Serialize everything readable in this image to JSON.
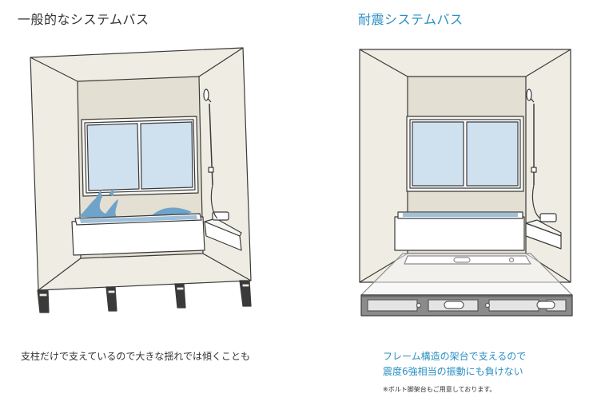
{
  "left": {
    "title": "一般的なシステムバス",
    "caption": "支柱だけで支えているので大きな揺れでは傾くことも"
  },
  "right": {
    "title": "耐震システムバス",
    "caption_line1": "フレーム構造の架台で支えるので",
    "caption_line2": "震度6強相当の振動にも負けない",
    "note": "※ボルト脚架台もご用意しております。"
  },
  "colors": {
    "accent": "#2a8fc2",
    "wall": "#efede3",
    "back_wall": "#e3dfd2",
    "glass": "#cfe0ee",
    "water": "#6fa3c9",
    "line": "#3a3a3a"
  }
}
